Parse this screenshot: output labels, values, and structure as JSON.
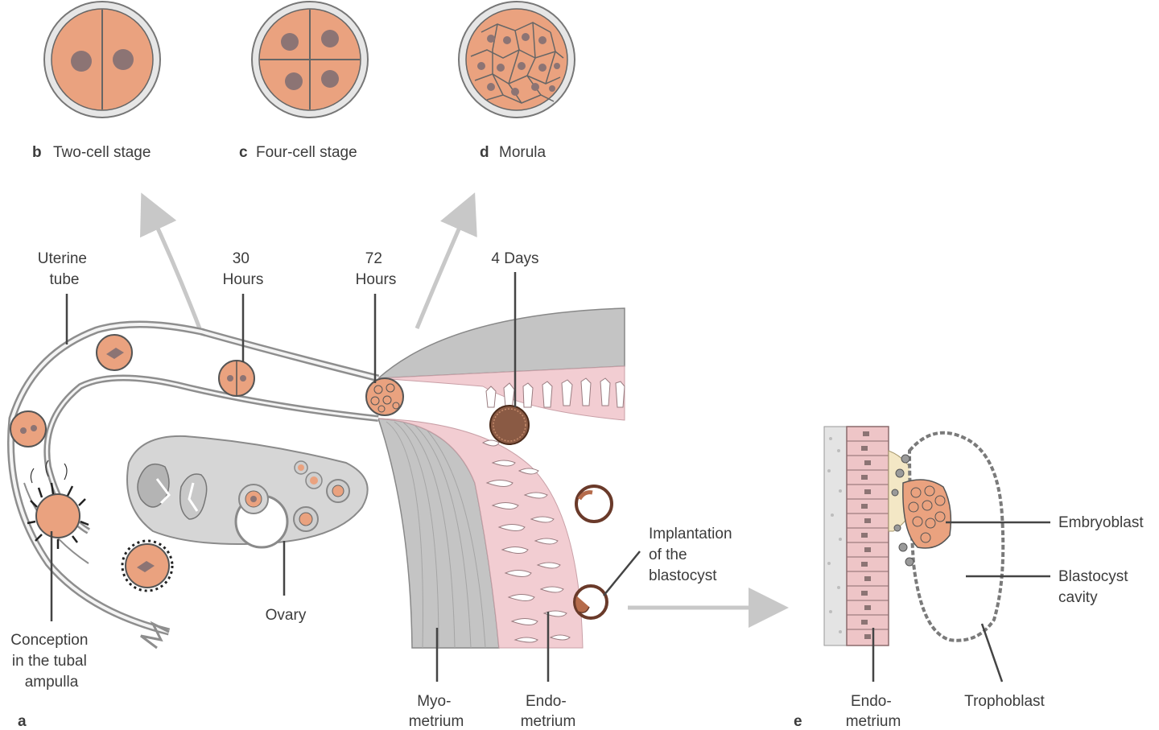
{
  "panels": {
    "b": {
      "letter": "b",
      "caption": "Two-cell stage"
    },
    "c": {
      "letter": "c",
      "caption": "Four-cell stage"
    },
    "d": {
      "letter": "d",
      "caption": "Morula"
    },
    "a": {
      "letter": "a"
    },
    "e": {
      "letter": "e"
    }
  },
  "labels": {
    "uterine_tube": [
      "Uterine",
      "tube"
    ],
    "hours_30": [
      "30",
      "Hours"
    ],
    "hours_72": [
      "72",
      "Hours"
    ],
    "days_4": "4 Days",
    "conception": [
      "Conception",
      "in the tubal",
      "ampulla"
    ],
    "ovary": "Ovary",
    "implantation": [
      "Implantation",
      "of the",
      "blastocyst"
    ],
    "myometrium": [
      "Myo-",
      "metrium"
    ],
    "endometrium": [
      "Endo-",
      "metrium"
    ],
    "endometrium_e": [
      "Endo-",
      "metrium"
    ],
    "embryoblast": "Embryoblast",
    "blastocyst_cavity": [
      "Blastocyst",
      "cavity"
    ],
    "trophoblast": "Trophoblast"
  },
  "colors": {
    "cell_fill": "#eaa27f",
    "cell_outline": "#555555",
    "nucleus": "#8c7474",
    "zona": "#dcdcdc",
    "tube_wall": "#8e8e8e",
    "myometrium": "#c4c4c4",
    "endometrium": "#f2cdd2",
    "ovary": "#d6d6d6",
    "arrow": "#c8c8c8"
  }
}
